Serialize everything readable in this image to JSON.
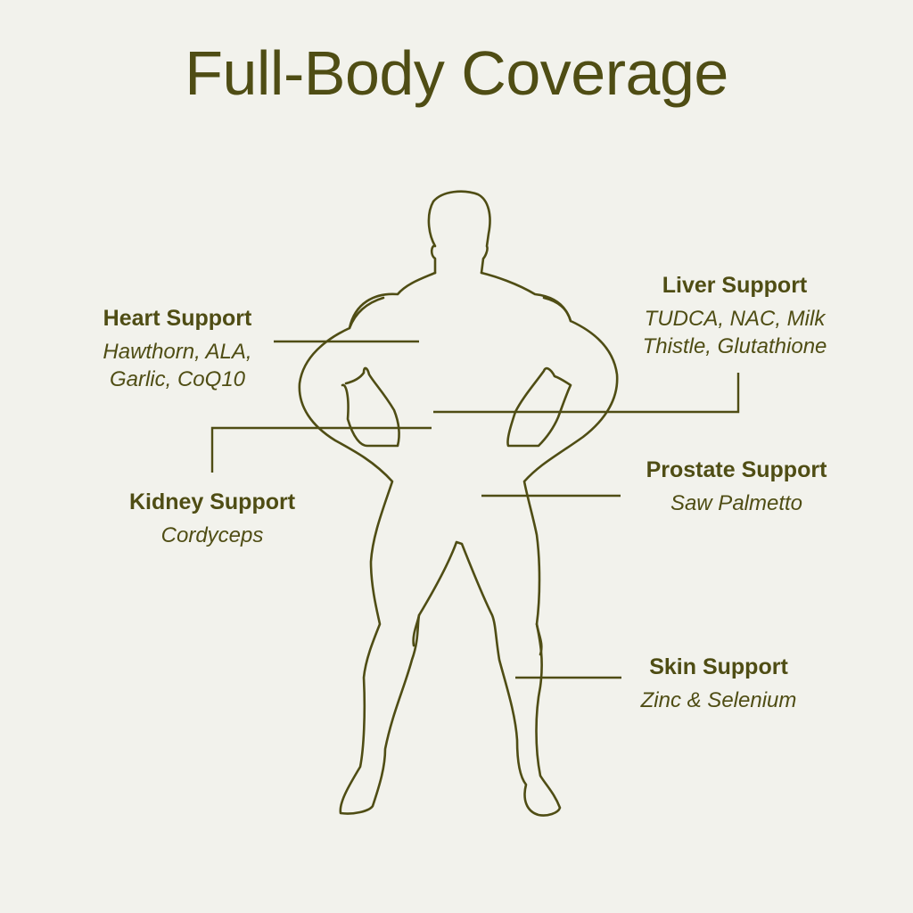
{
  "title": "Full-Body Coverage",
  "colors": {
    "background": "#f2f2ec",
    "ink": "#4f4d14"
  },
  "labels": {
    "heart": {
      "name": "Heart Support",
      "ingredients": [
        "Hawthorn, ALA,",
        "Garlic, CoQ10"
      ]
    },
    "liver": {
      "name": "Liver Support",
      "ingredients": [
        "TUDCA, NAC, Milk",
        "Thistle, Glutathione"
      ]
    },
    "kidney": {
      "name": "Kidney Support",
      "ingredients": [
        "Cordyceps"
      ]
    },
    "prostate": {
      "name": "Prostate Support",
      "ingredients": [
        "Saw Palmetto"
      ]
    },
    "skin": {
      "name": "Skin Support",
      "ingredients": [
        "Zinc & Selenium"
      ]
    }
  }
}
